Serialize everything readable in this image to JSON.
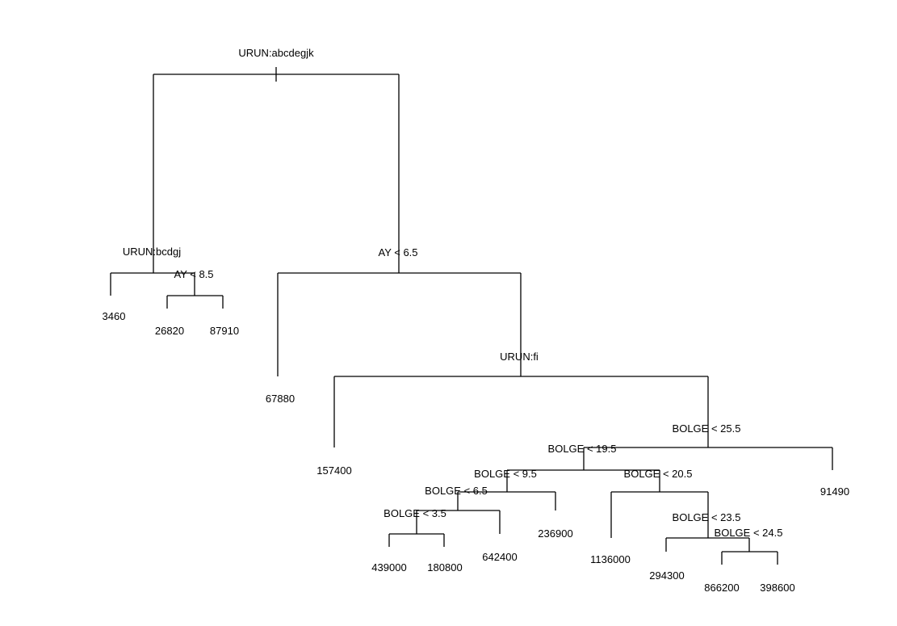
{
  "splits": {
    "root": "URUN:abcdegjk",
    "n2": "URUN:bcdgj",
    "n5": "AY < 8.5",
    "n3": "AY < 6.5",
    "n7": "URUN:fi",
    "n15": "BOLGE < 25.5",
    "n30": "BOLGE < 19.5",
    "n60": "BOLGE < 9.5",
    "n120": "BOLGE < 6.5",
    "n240": "BOLGE < 3.5",
    "n61": "BOLGE < 20.5",
    "n123": "BOLGE < 23.5",
    "n247": "BOLGE < 24.5"
  },
  "leaves": {
    "n4": "3460",
    "n10": "26820",
    "n11": "87910",
    "n6": "67880",
    "n14": "157400",
    "n31": "91490",
    "n480": "439000",
    "n481": "180800",
    "n241": "642400",
    "n121": "236900",
    "n122": "1136000",
    "n246": "294300",
    "n494": "866200",
    "n495": "398600"
  }
}
